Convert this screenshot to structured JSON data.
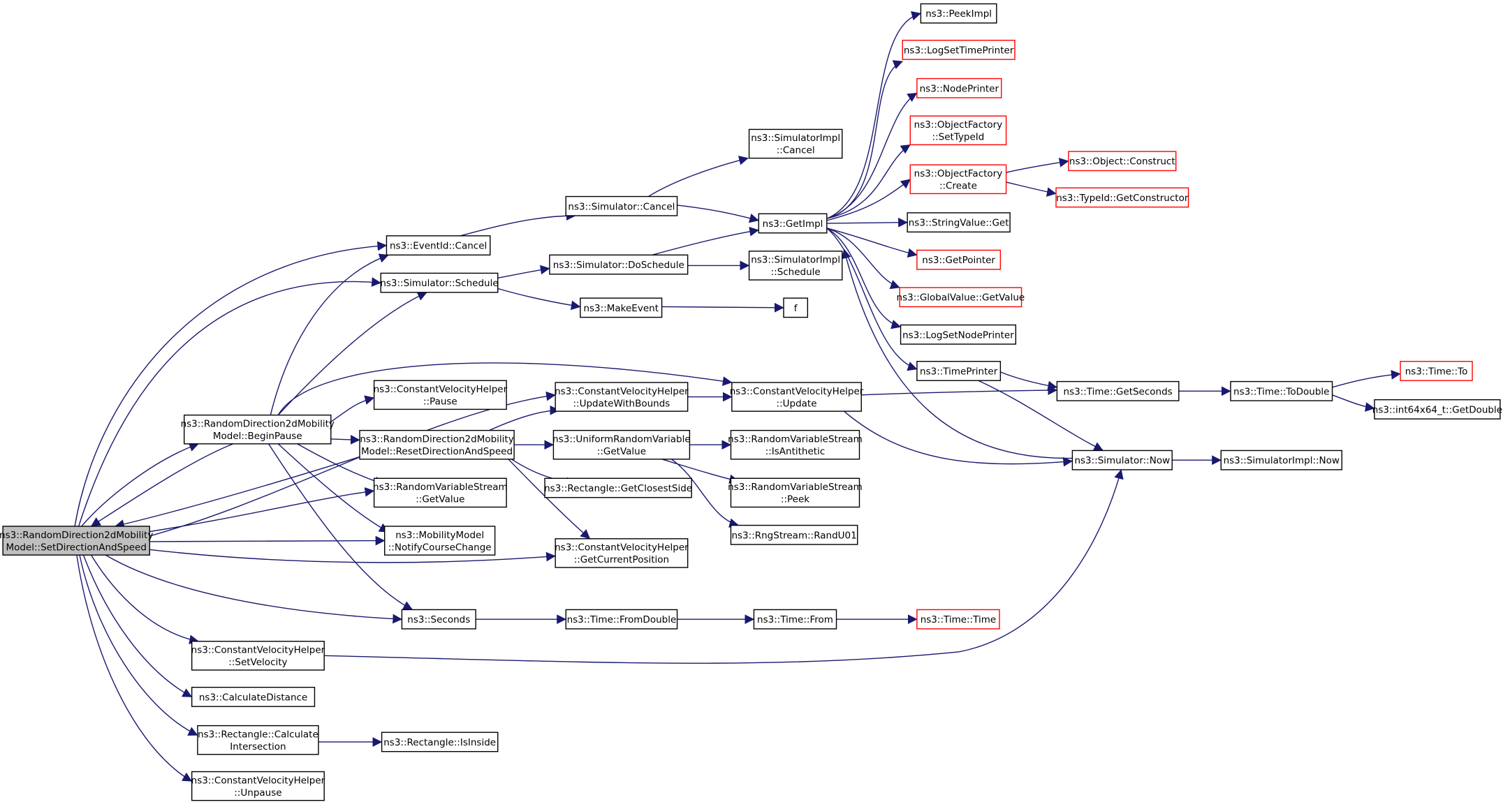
{
  "colors": {
    "edge": "#191970",
    "node_border": "#000000",
    "node_border_truncated": "#ff0000",
    "root_fill": "#bfbfbf",
    "node_fill": "#ffffff",
    "text": "#000000"
  },
  "nodes": [
    {
      "id": "root",
      "lines": [
        "ns3::RandomDirection2dMobility",
        "Model::SetDirectionAndSpeed"
      ],
      "root": true
    },
    {
      "id": "beginpause",
      "lines": [
        "ns3::RandomDirection2dMobility",
        "Model::BeginPause"
      ]
    },
    {
      "id": "setvelocity",
      "lines": [
        "ns3::ConstantVelocityHelper",
        "::SetVelocity"
      ]
    },
    {
      "id": "calcdist",
      "lines": [
        "ns3::CalculateDistance"
      ]
    },
    {
      "id": "rectcalc",
      "lines": [
        "ns3::Rectangle::Calculate",
        "Intersection"
      ]
    },
    {
      "id": "unpause",
      "lines": [
        "ns3::ConstantVelocityHelper",
        "::Unpause"
      ]
    },
    {
      "id": "eventcancel",
      "lines": [
        "ns3::EventId::Cancel"
      ]
    },
    {
      "id": "schedule",
      "lines": [
        "ns3::Simulator::Schedule"
      ]
    },
    {
      "id": "cvpause",
      "lines": [
        "ns3::ConstantVelocityHelper",
        "::Pause"
      ]
    },
    {
      "id": "resetdir",
      "lines": [
        "ns3::RandomDirection2dMobility",
        "Model::ResetDirectionAndSpeed"
      ]
    },
    {
      "id": "rvsgetvalue",
      "lines": [
        "ns3::RandomVariableStream",
        "::GetValue"
      ]
    },
    {
      "id": "notify",
      "lines": [
        "ns3::MobilityModel",
        "::NotifyCourseChange"
      ]
    },
    {
      "id": "seconds",
      "lines": [
        "ns3::Seconds"
      ]
    },
    {
      "id": "isinside",
      "lines": [
        "ns3::Rectangle::IsInside"
      ]
    },
    {
      "id": "simcancel",
      "lines": [
        "ns3::Simulator::Cancel"
      ]
    },
    {
      "id": "doschedule",
      "lines": [
        "ns3::Simulator::DoSchedule"
      ]
    },
    {
      "id": "makeevent",
      "lines": [
        "ns3::MakeEvent"
      ]
    },
    {
      "id": "updatebounds",
      "lines": [
        "ns3::ConstantVelocityHelper",
        "::UpdateWithBounds"
      ]
    },
    {
      "id": "urvgetvalue",
      "lines": [
        "ns3::UniformRandomVariable",
        "::GetValue"
      ]
    },
    {
      "id": "closestside",
      "lines": [
        "ns3::Rectangle::GetClosestSide"
      ]
    },
    {
      "id": "getcurpos",
      "lines": [
        "ns3::ConstantVelocityHelper",
        "::GetCurrentPosition"
      ]
    },
    {
      "id": "fromdouble",
      "lines": [
        "ns3::Time::FromDouble"
      ]
    },
    {
      "id": "implcancel",
      "lines": [
        "ns3::SimulatorImpl",
        "::Cancel"
      ]
    },
    {
      "id": "getimpl",
      "lines": [
        "ns3::GetImpl"
      ]
    },
    {
      "id": "implschedule",
      "lines": [
        "ns3::SimulatorImpl",
        "::Schedule"
      ]
    },
    {
      "id": "f",
      "lines": [
        "f"
      ]
    },
    {
      "id": "cvupdate",
      "lines": [
        "ns3::ConstantVelocityHelper",
        "::Update"
      ]
    },
    {
      "id": "isantithetic",
      "lines": [
        "ns3::RandomVariableStream",
        "::IsAntithetic"
      ]
    },
    {
      "id": "peek",
      "lines": [
        "ns3::RandomVariableStream",
        "::Peek"
      ]
    },
    {
      "id": "randu01",
      "lines": [
        "ns3::RngStream::RandU01"
      ]
    },
    {
      "id": "timefrom",
      "lines": [
        "ns3::Time::From"
      ]
    },
    {
      "id": "peekimpl",
      "lines": [
        "ns3::PeekImpl"
      ]
    },
    {
      "id": "logsettime",
      "lines": [
        "ns3::LogSetTimePrinter"
      ],
      "truncated": true
    },
    {
      "id": "nodeprinter",
      "lines": [
        "ns3::NodePrinter"
      ],
      "truncated": true
    },
    {
      "id": "ofsettypeid",
      "lines": [
        "ns3::ObjectFactory",
        "::SetTypeId"
      ],
      "truncated": true
    },
    {
      "id": "ofcreate",
      "lines": [
        "ns3::ObjectFactory",
        "::Create"
      ],
      "truncated": true
    },
    {
      "id": "stringget",
      "lines": [
        "ns3::StringValue::Get"
      ]
    },
    {
      "id": "getpointer",
      "lines": [
        "ns3::GetPointer"
      ],
      "truncated": true
    },
    {
      "id": "gvgetvalue",
      "lines": [
        "ns3::GlobalValue::GetValue"
      ],
      "truncated": true
    },
    {
      "id": "logsetnode",
      "lines": [
        "ns3::LogSetNodePrinter"
      ]
    },
    {
      "id": "timeprinter",
      "lines": [
        "ns3::TimePrinter"
      ]
    },
    {
      "id": "timetime",
      "lines": [
        "ns3::Time::Time"
      ],
      "truncated": true
    },
    {
      "id": "objconstruct",
      "lines": [
        "ns3::Object::Construct"
      ],
      "truncated": true
    },
    {
      "id": "typeidctor",
      "lines": [
        "ns3::TypeId::GetConstructor"
      ],
      "truncated": true
    },
    {
      "id": "getseconds",
      "lines": [
        "ns3::Time::GetSeconds"
      ]
    },
    {
      "id": "simnow",
      "lines": [
        "ns3::Simulator::Now"
      ]
    },
    {
      "id": "todouble",
      "lines": [
        "ns3::Time::ToDouble"
      ]
    },
    {
      "id": "implnow",
      "lines": [
        "ns3::SimulatorImpl::Now"
      ]
    },
    {
      "id": "timeto",
      "lines": [
        "ns3::Time::To"
      ],
      "truncated": true
    },
    {
      "id": "getdouble",
      "lines": [
        "ns3::int64x64_t::GetDouble"
      ]
    }
  ],
  "edges": [
    [
      "root",
      "beginpause"
    ],
    [
      "root",
      "setvelocity"
    ],
    [
      "root",
      "calcdist"
    ],
    [
      "root",
      "rectcalc"
    ],
    [
      "root",
      "unpause"
    ],
    [
      "root",
      "eventcancel"
    ],
    [
      "root",
      "schedule"
    ],
    [
      "root",
      "rvsgetvalue"
    ],
    [
      "root",
      "notify"
    ],
    [
      "root",
      "seconds"
    ],
    [
      "root",
      "getcurpos"
    ],
    [
      "root",
      "updatebounds"
    ],
    [
      "beginpause",
      "root"
    ],
    [
      "beginpause",
      "eventcancel"
    ],
    [
      "beginpause",
      "schedule"
    ],
    [
      "beginpause",
      "cvpause"
    ],
    [
      "beginpause",
      "resetdir"
    ],
    [
      "beginpause",
      "rvsgetvalue"
    ],
    [
      "beginpause",
      "notify"
    ],
    [
      "beginpause",
      "seconds"
    ],
    [
      "beginpause",
      "cvupdate"
    ],
    [
      "resetdir",
      "root"
    ],
    [
      "resetdir",
      "updatebounds"
    ],
    [
      "resetdir",
      "urvgetvalue"
    ],
    [
      "resetdir",
      "closestside"
    ],
    [
      "resetdir",
      "getcurpos"
    ],
    [
      "eventcancel",
      "simcancel"
    ],
    [
      "simcancel",
      "implcancel"
    ],
    [
      "simcancel",
      "getimpl"
    ],
    [
      "schedule",
      "doschedule"
    ],
    [
      "schedule",
      "makeevent"
    ],
    [
      "doschedule",
      "getimpl"
    ],
    [
      "doschedule",
      "implschedule"
    ],
    [
      "makeevent",
      "f"
    ],
    [
      "updatebounds",
      "cvupdate"
    ],
    [
      "cvupdate",
      "getseconds"
    ],
    [
      "cvupdate",
      "simnow"
    ],
    [
      "urvgetvalue",
      "isantithetic"
    ],
    [
      "urvgetvalue",
      "peek"
    ],
    [
      "urvgetvalue",
      "randu01"
    ],
    [
      "seconds",
      "fromdouble"
    ],
    [
      "fromdouble",
      "timefrom"
    ],
    [
      "timefrom",
      "timetime"
    ],
    [
      "rectcalc",
      "isinside"
    ],
    [
      "setvelocity",
      "simnow"
    ],
    [
      "getimpl",
      "peekimpl"
    ],
    [
      "getimpl",
      "logsettime"
    ],
    [
      "getimpl",
      "nodeprinter"
    ],
    [
      "getimpl",
      "ofsettypeid"
    ],
    [
      "getimpl",
      "ofcreate"
    ],
    [
      "getimpl",
      "stringget"
    ],
    [
      "getimpl",
      "getpointer"
    ],
    [
      "getimpl",
      "gvgetvalue"
    ],
    [
      "getimpl",
      "logsetnode"
    ],
    [
      "getimpl",
      "timeprinter"
    ],
    [
      "ofcreate",
      "objconstruct"
    ],
    [
      "ofcreate",
      "typeidctor"
    ],
    [
      "timeprinter",
      "getseconds"
    ],
    [
      "timeprinter",
      "simnow"
    ],
    [
      "simnow",
      "getimpl"
    ],
    [
      "simnow",
      "implnow"
    ],
    [
      "getseconds",
      "todouble"
    ],
    [
      "todouble",
      "timeto"
    ],
    [
      "todouble",
      "getdouble"
    ]
  ]
}
